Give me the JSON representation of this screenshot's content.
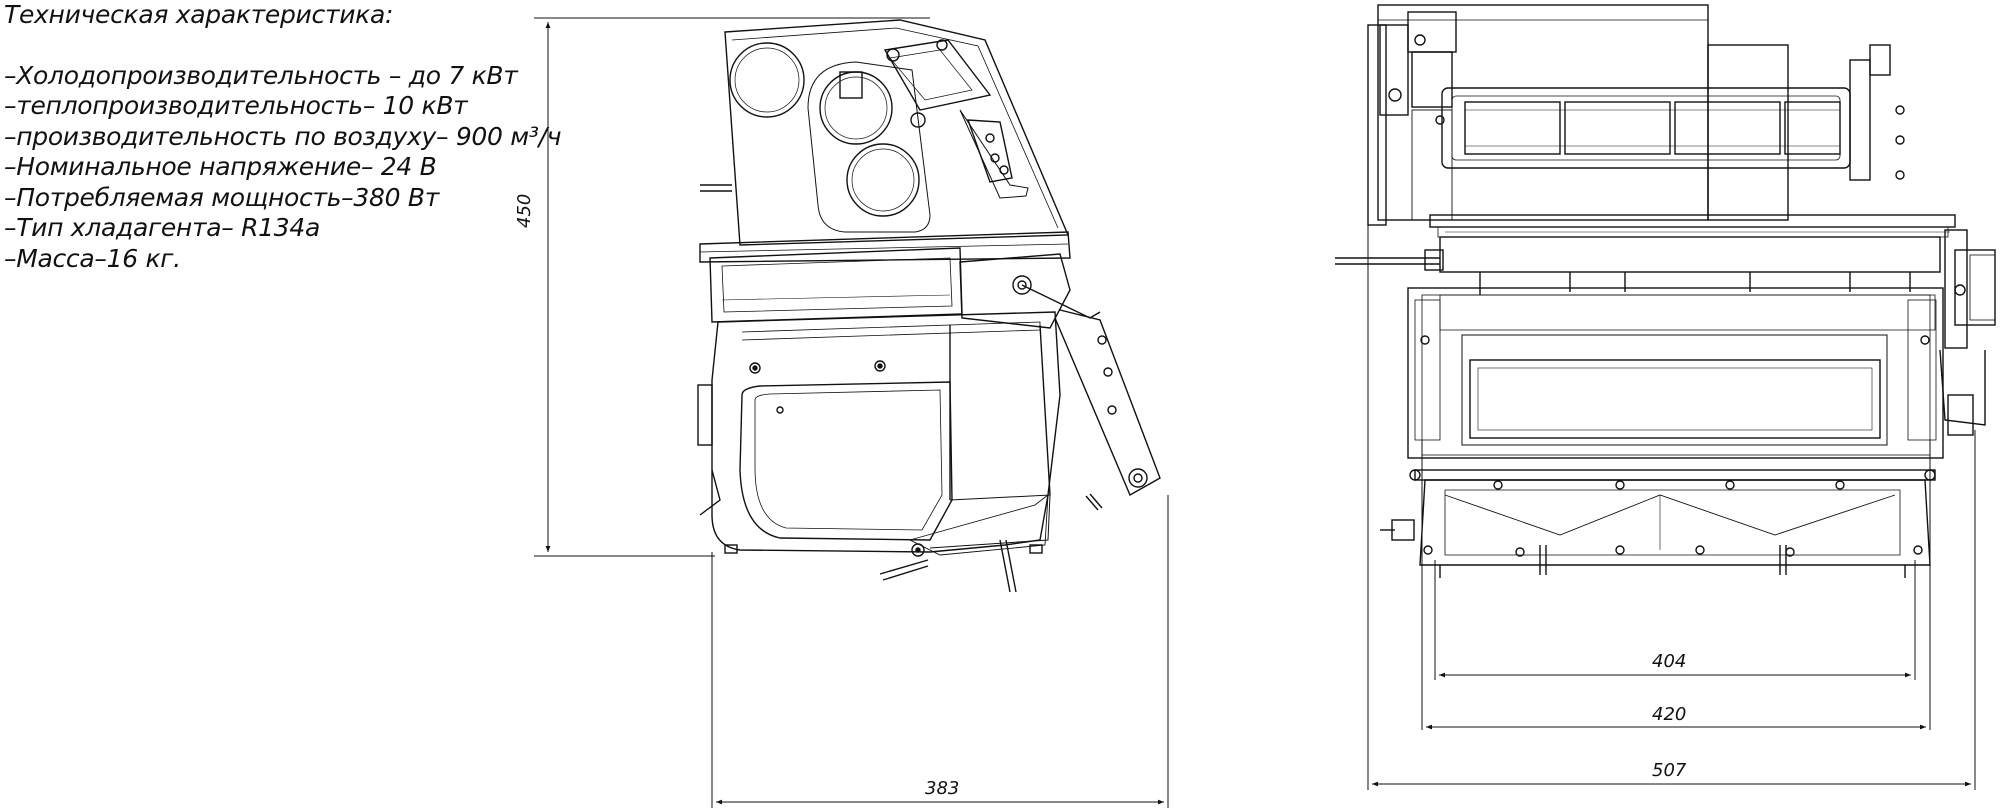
{
  "specs": {
    "title": "Техническая характеристика:",
    "lines": [
      "–Холодопроизводительность –  до 7 кВт",
      "–теплопроизводительность– 10 кВт",
      "–производительность по воздуху– 900 м³/ч",
      "–Номинальное напряжение– 24 В",
      "–Потребляемая мощность–380 Вт",
      "–Тип хладагента– R134a",
      "–Масса–16 кг."
    ]
  },
  "dimensions": {
    "height": "450",
    "side_width": "383",
    "inner_width": "404",
    "mid_width": "420",
    "overall_width": "507"
  }
}
